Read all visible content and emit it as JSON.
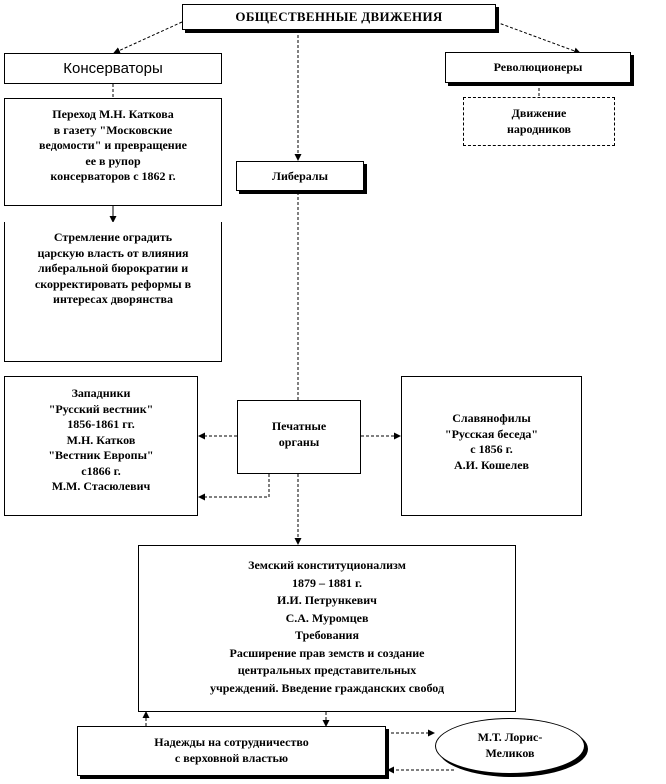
{
  "title": "ОБЩЕСТВЕННЫЕ ДВИЖЕНИЯ",
  "conservatives": {
    "label": "Консерваторы",
    "katkov": [
      "Переход М.Н. Каткова",
      "в газету \"Московские",
      "ведомости\" и превращение",
      "ее в рупор",
      "консерваторов с 1862 г."
    ],
    "goal": [
      "Стремление оградить",
      "царскую власть от влияния",
      "либеральной бюрократии и",
      "скорректировать реформы в",
      "интересах дворянства"
    ]
  },
  "revolutionaries": {
    "label": "Революционеры",
    "movement": [
      "Движение",
      "народников"
    ]
  },
  "liberals": {
    "label": "Либералы"
  },
  "press": {
    "label": [
      "Печатные",
      "органы"
    ]
  },
  "westerners": [
    "Западники",
    "\"Русский вестник\"",
    "1856-1861 гг.",
    "М.Н. Катков",
    "\"Вестник Европы\"",
    "с1866 г.",
    "М.М. Стасюлевич"
  ],
  "slavophiles": [
    "Славянофилы",
    "\"Русская беседа\"",
    "с 1856 г.",
    "А.И. Кошелев"
  ],
  "zemstvo": [
    "Земский конституционализм",
    "1879 – 1881 г.",
    "И.И. Петрункевич",
    "С.А. Муромцев",
    "Требования",
    "Расширение прав земств и создание",
    "центральных представительных",
    "учреждений. Введение гражданских свобод"
  ],
  "hopes": [
    "Надежды на сотрудничество",
    "с верховной властью"
  ],
  "loris": [
    "М.Т. Лорис-",
    "Меликов"
  ]
}
